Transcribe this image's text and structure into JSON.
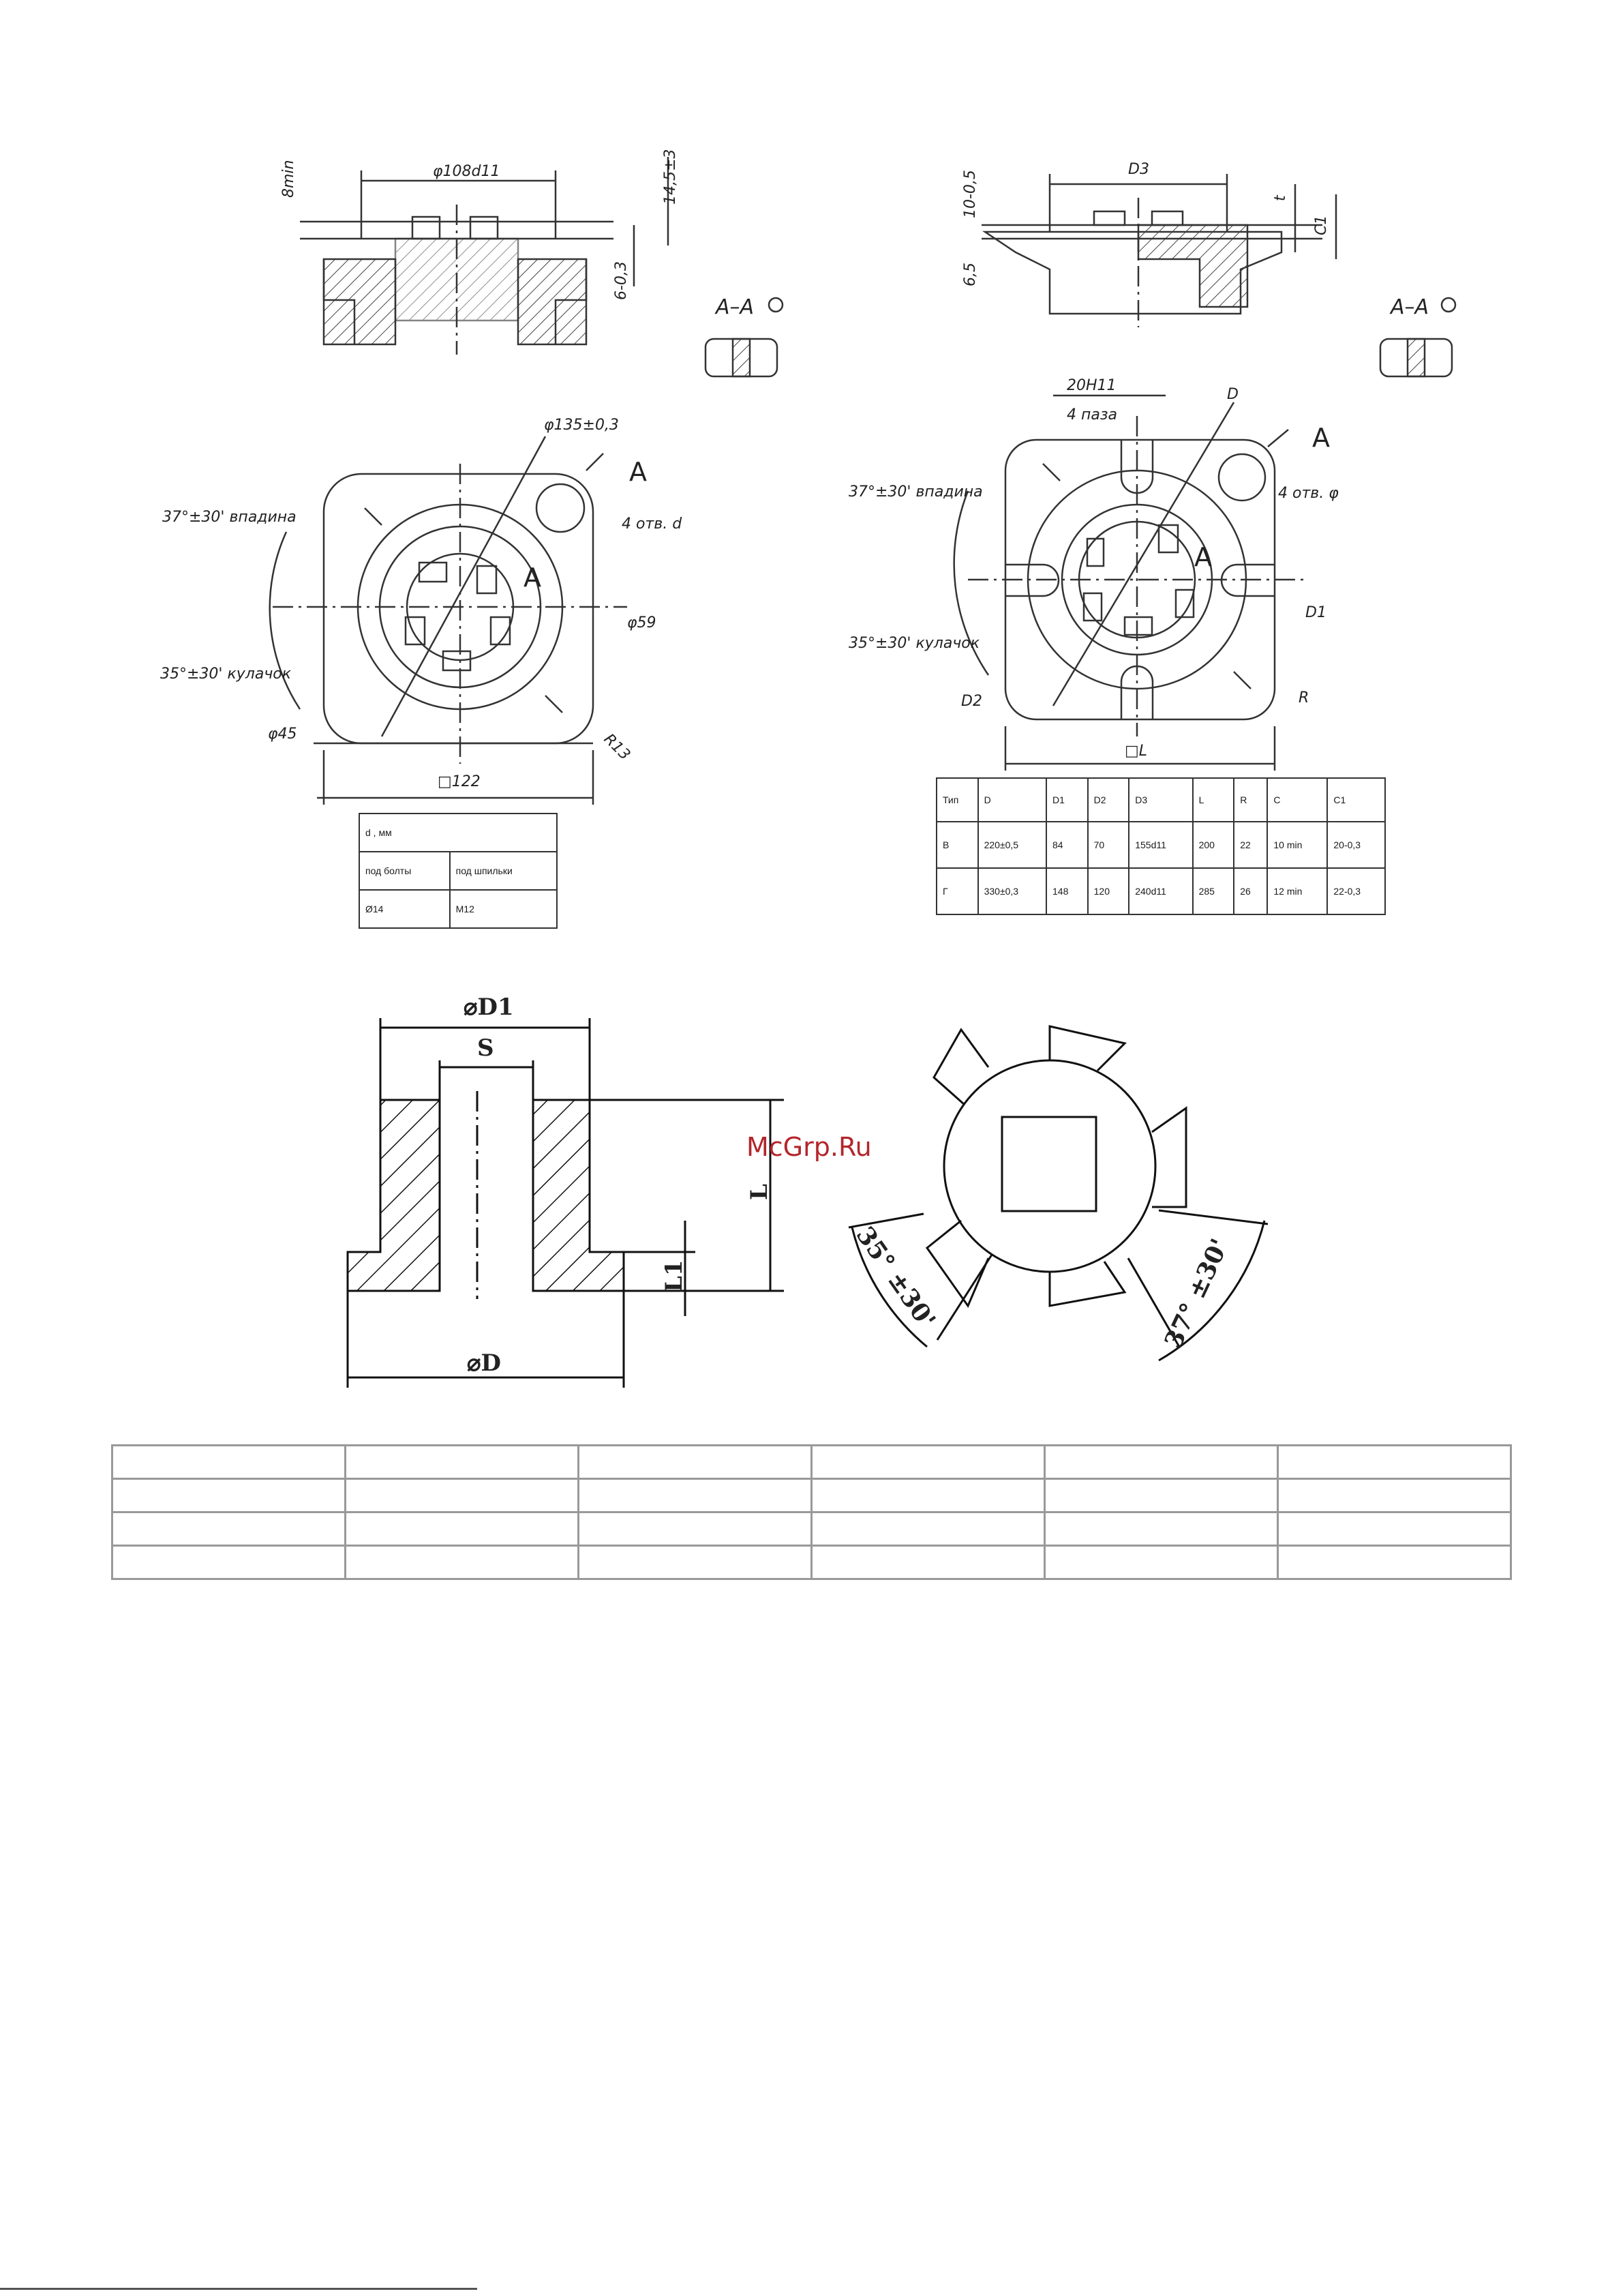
{
  "watermark": "McGrp.Ru",
  "fig1": {
    "dims": {
      "b_min": "8min",
      "phi108": "φ108d11",
      "h14": "14,5±3",
      "six": "6-0,3",
      "section": "A–A",
      "phi135": "φ135±0,3",
      "A1": "A",
      "A2": "A",
      "holes": "4 отв. d",
      "hollow": "37°±30' впадина",
      "phi59": "φ59",
      "cam": "35°±30' кулачок",
      "phi45": "φ45",
      "r13": "R13",
      "sq122": "□122"
    },
    "table": {
      "header": "d , мм",
      "col1": "под болты",
      "col2": "под шпильки",
      "val1": "Ø14",
      "val2": "M12"
    }
  },
  "fig2": {
    "dims": {
      "d3": "D3",
      "ten": "10-0,5",
      "t": "t",
      "c1": "C1",
      "six5": "6,5",
      "section": "A–A",
      "slot1": "20H11",
      "slot2": "4 паза",
      "D": "D",
      "A1": "A",
      "A2": "A",
      "holes": "4 отв. φ",
      "hollow": "37°±30' впадина",
      "D1": "D1",
      "cam": "35°±30' кулачок",
      "D2": "D2",
      "R": "R",
      "sqL": "□L"
    },
    "table": {
      "headers": [
        "Тип",
        "D",
        "D1",
        "D2",
        "D3",
        "L",
        "R",
        "C",
        "C1"
      ],
      "rows": [
        [
          "В",
          "220±0,5",
          "84",
          "70",
          "155d11",
          "200",
          "22",
          "10 min",
          "20-0,3"
        ],
        [
          "Г",
          "330±0,3",
          "148",
          "120",
          "240d11",
          "285",
          "26",
          "12 min",
          "22-0,3"
        ]
      ]
    }
  },
  "fig3": {
    "labels": {
      "D1": "⌀D1",
      "S": "S",
      "L": "L",
      "L1": "L1",
      "D": "⌀D",
      "angle35": "35° ±30'",
      "angle37": "37° ±30'"
    }
  },
  "blank_table": {
    "rows": 4,
    "cols": 6
  }
}
